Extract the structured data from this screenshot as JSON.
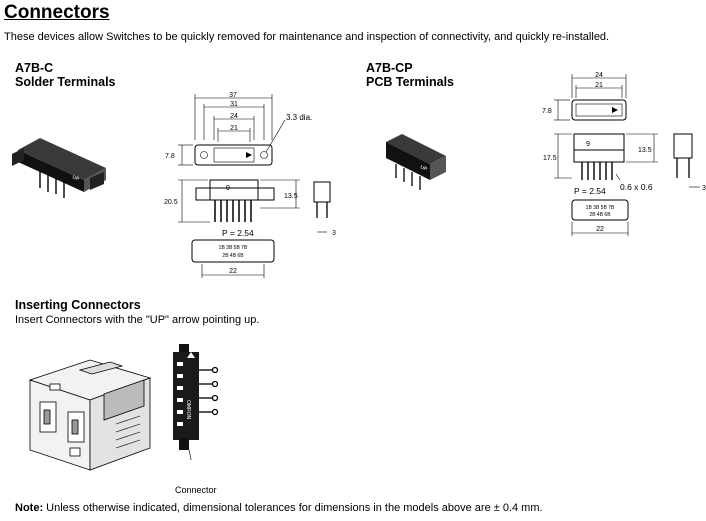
{
  "page": {
    "title": "Connectors",
    "intro": "These devices allow Switches to be quickly removed for maintenance and inspection of connectivity, and quickly re-installed."
  },
  "models": [
    {
      "name": "A7B-C",
      "type": "Solder Terminals"
    },
    {
      "name": "A7B-CP",
      "type": "PCB Terminals"
    }
  ],
  "a7bc_dims": {
    "d37": "37",
    "d31": "31",
    "d24": "24",
    "d21": "21",
    "hole": "3.3 dia.",
    "h78": "7.8",
    "h205": "20.5",
    "h135": "13.5",
    "pitch": "P = 2.54",
    "d22": "22",
    "d3": "3",
    "pin9": "9",
    "label_top": "1B  3B  5B  7B",
    "label_bot": "2B  4B  6B"
  },
  "a7bcp_dims": {
    "d24": "24",
    "d21": "21",
    "h78": "7.8",
    "h175": "17.5",
    "h135": "13.5",
    "pin_size": "0.6 x 0.6",
    "pitch": "P = 2.54",
    "d22": "22",
    "d3": "3",
    "pin9": "9",
    "label_top": "1B  3B  5B  7B",
    "label_bot": "2B  4B  6B"
  },
  "inserting": {
    "heading": "Inserting Connectors",
    "text": "Insert Connectors with the \"UP\" arrow pointing up.",
    "connector_label": "Connector"
  },
  "note": {
    "label": "Note:",
    "text": " Unless otherwise indicated, dimensional tolerances for dimensions in the models above are ± 0.4 mm."
  }
}
